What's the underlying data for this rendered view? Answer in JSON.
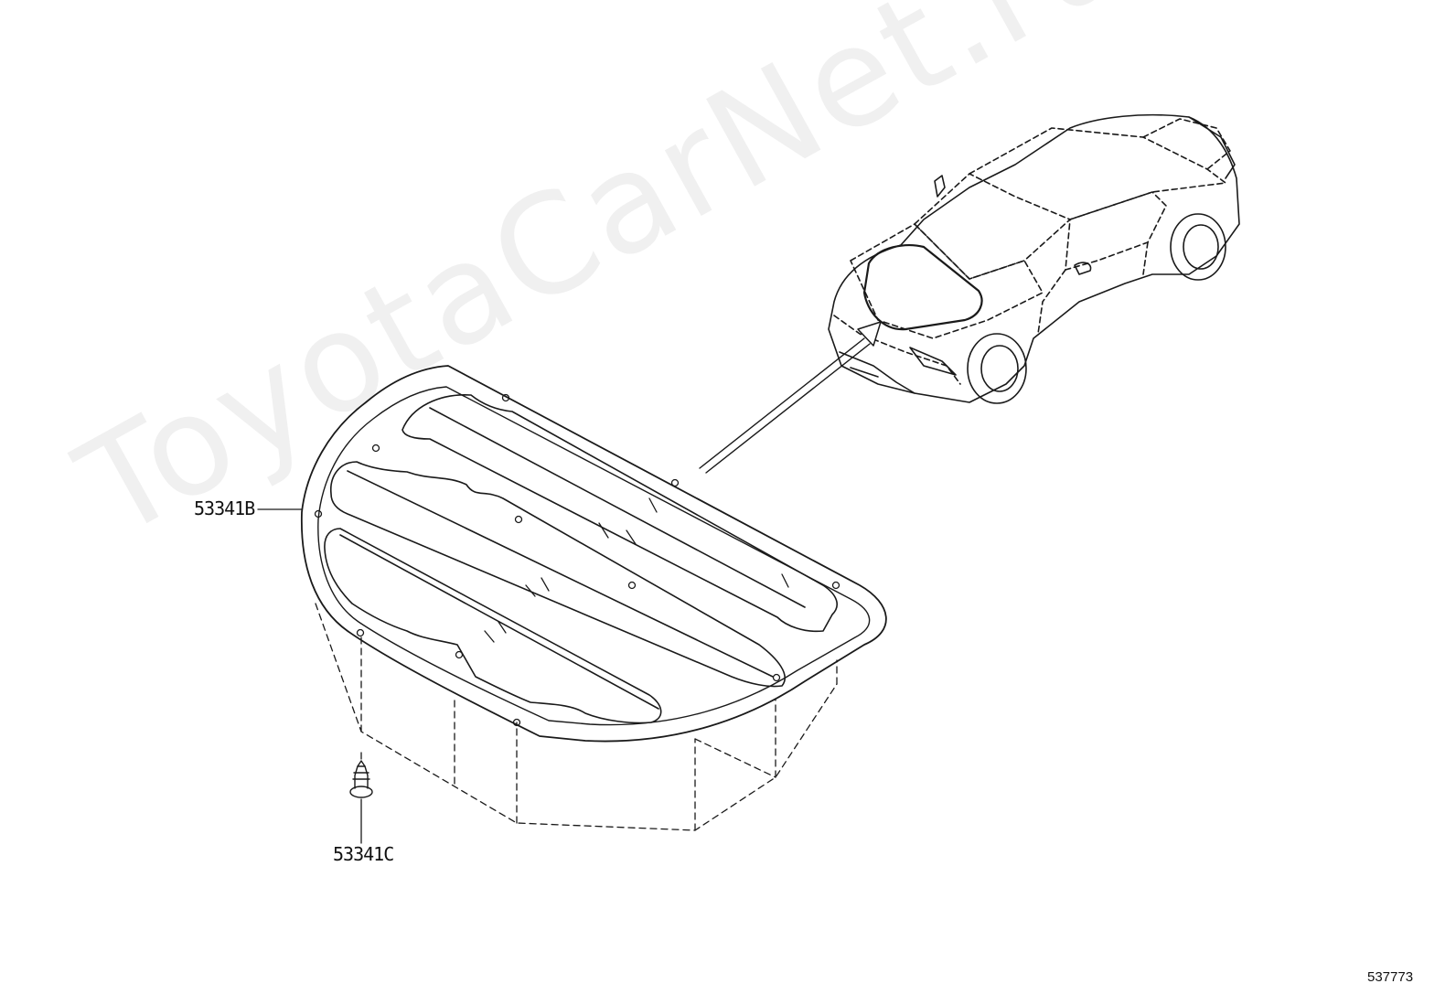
{
  "watermark": {
    "text": "ToyotaCarNet.ru"
  },
  "parts": [
    {
      "id": "hood-insulator",
      "part_number": "53341B"
    },
    {
      "id": "clip",
      "part_number": "53341C"
    }
  ],
  "reference": {
    "number": "537773"
  },
  "colors": {
    "line": "#1a1a1a",
    "watermark": "#000000"
  }
}
